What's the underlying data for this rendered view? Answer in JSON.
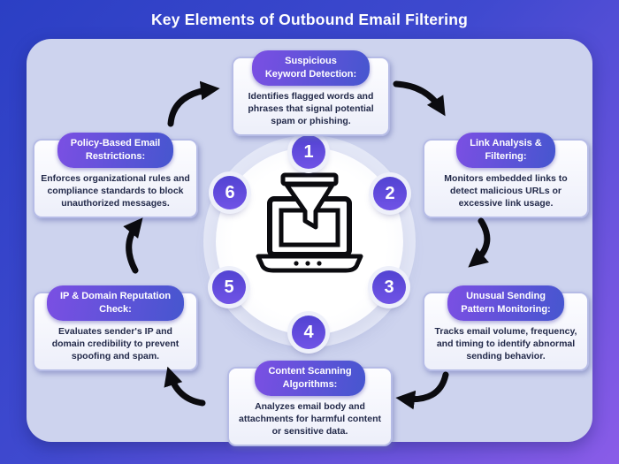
{
  "title": "Key Elements of Outbound Email Filtering",
  "colors": {
    "background_from": "#2B3FC4",
    "background_to": "#8A5CE8",
    "panel": "#CDD3EE",
    "pill_from": "#7B4FE3",
    "pill_to": "#4656CF",
    "number_badge_from": "#5243D2",
    "number_badge_to": "#7053E6",
    "body_text": "#232A4A",
    "arrow": "#0B0B0F"
  },
  "center_icon": "laptop-with-filter-funnel",
  "items": [
    {
      "number": "1",
      "heading_lines": [
        "Suspicious",
        "Keyword Detection:"
      ],
      "body": "Identifies flagged words and phrases that signal potential spam or phishing."
    },
    {
      "number": "2",
      "heading_lines": [
        "Link Analysis &",
        "Filtering:"
      ],
      "body": "Monitors embedded links to detect malicious URLs or excessive link usage."
    },
    {
      "number": "3",
      "heading_lines": [
        "Unusual Sending",
        "Pattern Monitoring:"
      ],
      "body": "Tracks email volume, frequency, and timing to identify abnormal sending behavior."
    },
    {
      "number": "4",
      "heading_lines": [
        "Content Scanning",
        "Algorithms:"
      ],
      "body": "Analyzes email body and attachments for harmful content or sensitive data."
    },
    {
      "number": "5",
      "heading_lines": [
        "IP & Domain Reputation",
        "Check:"
      ],
      "body": "Evaluates sender's IP and domain credibility to prevent spoofing and spam."
    },
    {
      "number": "6",
      "heading_lines": [
        "Policy-Based Email",
        "Restrictions:"
      ],
      "body": "Enforces organizational rules and compliance standards to block unauthorized messages."
    }
  ]
}
